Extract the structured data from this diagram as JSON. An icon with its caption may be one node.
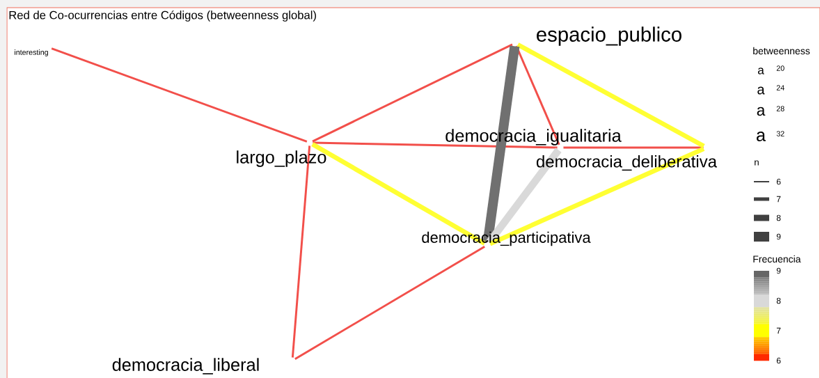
{
  "diagram": {
    "title": "Red de Co-ocurrencias entre Códigos (betweenness global)",
    "nodes": [
      {
        "text": [
          "interesting"
        ]
      },
      {
        "text": [
          "espacio_publico"
        ]
      },
      {
        "text": [
          "largo_plazo"
        ]
      },
      {
        "text": [
          "democracia_igualitaria"
        ]
      },
      {
        "text": [
          "democracia_deliberativa"
        ]
      },
      {
        "text": [
          "democracia_participativa"
        ]
      },
      {
        "text": [
          "democracia_liberal"
        ]
      }
    ],
    "edges": [
      {
        "from": 0,
        "to": 2,
        "arrow": "none"
      },
      {
        "from": 2,
        "to": 1,
        "arrow": "none"
      },
      {
        "from": 2,
        "to": 3,
        "arrow": "none"
      },
      {
        "from": 3,
        "to": 4,
        "arrow": "none"
      },
      {
        "from": 1,
        "to": 3,
        "arrow": "none"
      },
      {
        "from": 1,
        "to": 4,
        "arrow": "none",
        "style": "thick",
        "color": "#ffff33"
      },
      {
        "from": 1,
        "to": 5,
        "arrow": "none",
        "style": "thick",
        "color": "#707070"
      },
      {
        "from": 3,
        "to": 5,
        "arrow": "none",
        "style": "thick",
        "color": "#d9d9d9"
      },
      {
        "from": 2,
        "to": 5,
        "arrow": "none",
        "style": "thick",
        "color": "#ffff33"
      },
      {
        "from": 5,
        "to": 4,
        "arrow": "none",
        "style": "thick",
        "color": "#ffff33"
      },
      {
        "from": 2,
        "to": 6,
        "arrow": "none"
      },
      {
        "from": 5,
        "to": 6,
        "arrow": "none"
      }
    ],
    "labels": [
      "betweenness",
      "a",
      "a",
      "a",
      "a",
      "n",
      "Frecuencia"
    ],
    "legend": [
      {
        "text": "20"
      },
      {
        "text": "24"
      },
      {
        "text": "28"
      },
      {
        "text": "32"
      },
      {
        "text": "6"
      },
      {
        "text": "7"
      },
      {
        "text": "8"
      },
      {
        "text": "9"
      },
      {
        "text": "9",
        "color": "#666666"
      },
      {
        "text": "8",
        "color": "#d9d9d9"
      },
      {
        "text": "7",
        "color": "#ffff00"
      },
      {
        "text": "6",
        "color": "#ff2a00"
      }
    ]
  }
}
